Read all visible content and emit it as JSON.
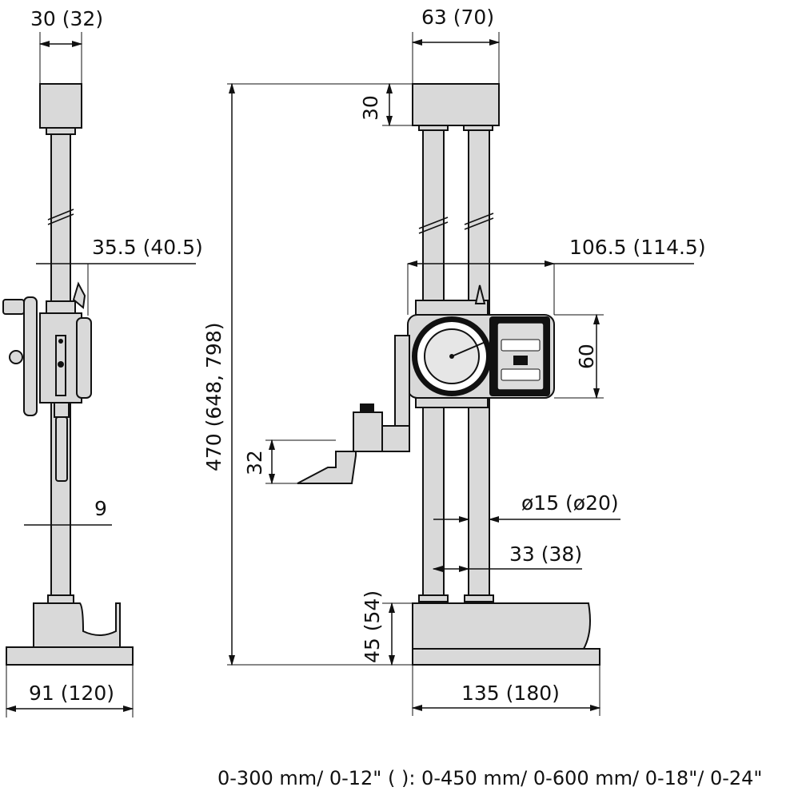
{
  "dimensions": {
    "side_top_width": "30 (32)",
    "side_slider_depth": "35.5 (40.5)",
    "side_scriber_width": "9",
    "side_base_width": "91 (120)",
    "front_top_width": "63 (70)",
    "front_top_height": "30",
    "overall_height": "470 (648, 798)",
    "slider_width": "106.5 (114.5)",
    "slider_height": "60",
    "scriber_height": "32",
    "column_diameter": "ø15 (ø20)",
    "column_spacing": "33 (38)",
    "base_height": "45 (54)",
    "base_width": "135 (180)"
  },
  "footnote": "0-300 mm/ 0-12\" ( ): 0-450 mm/ 0-600 mm/ 0-18\"/ 0-24\"",
  "colors": {
    "part_fill": "#d9d9d9",
    "line": "#111111",
    "background": "#ffffff"
  }
}
